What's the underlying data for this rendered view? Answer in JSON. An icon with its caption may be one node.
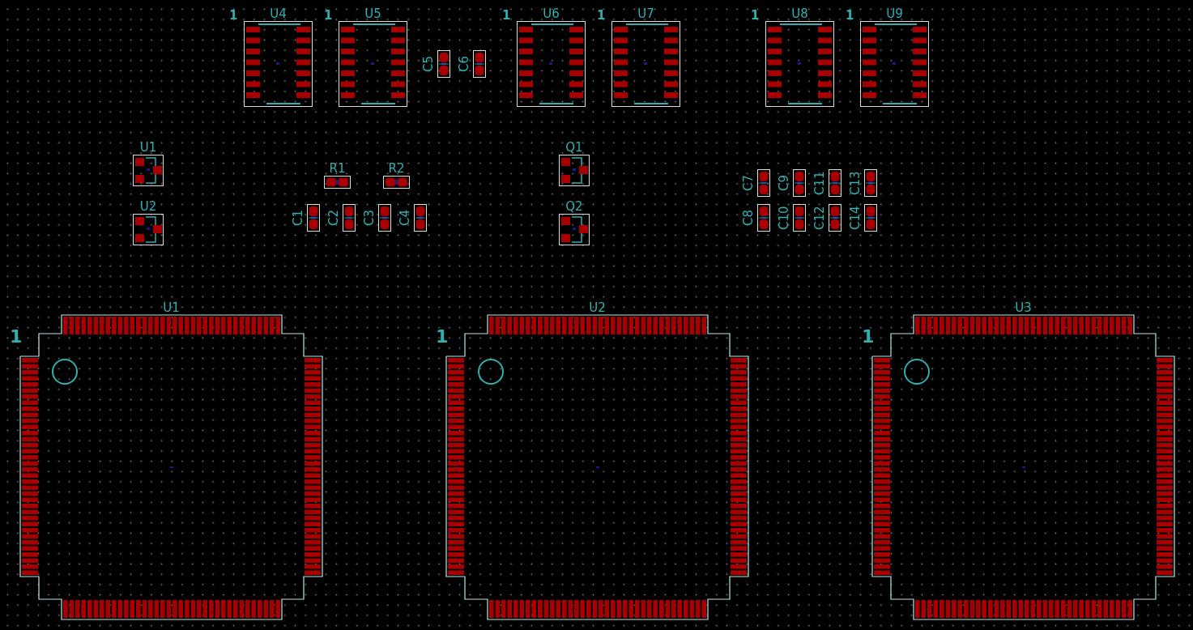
{
  "diagram": {
    "nodes": [
      {
        "text": [
          "U4"
        ],
        "beside": [
          "1"
        ]
      },
      {
        "text": [
          "U5"
        ],
        "beside": [
          "1"
        ]
      },
      {
        "text": [
          "C5"
        ]
      },
      {
        "text": [
          "C6"
        ]
      },
      {
        "text": [
          "U6"
        ],
        "beside": [
          "1"
        ]
      },
      {
        "text": [
          "U7"
        ],
        "beside": [
          "1"
        ]
      },
      {
        "text": [
          "U8"
        ],
        "beside": [
          "1"
        ]
      },
      {
        "text": [
          "U9"
        ],
        "beside": [
          "1"
        ]
      },
      {
        "text": [
          "U1"
        ]
      },
      {
        "text": [
          "R1"
        ]
      },
      {
        "text": [
          "R2"
        ]
      },
      {
        "text": [
          "Q1"
        ]
      },
      {
        "text": [
          "C7"
        ]
      },
      {
        "text": [
          "C9"
        ]
      },
      {
        "text": [
          "C11"
        ]
      },
      {
        "text": [
          "C13"
        ]
      },
      {
        "text": [
          "U2"
        ]
      },
      {
        "text": [
          "C1"
        ]
      },
      {
        "text": [
          "C2"
        ]
      },
      {
        "text": [
          "C3"
        ]
      },
      {
        "text": [
          "C4"
        ]
      },
      {
        "text": [
          "Q2"
        ]
      },
      {
        "text": [
          "C8"
        ]
      },
      {
        "text": [
          "C10"
        ]
      },
      {
        "text": [
          "C12"
        ]
      },
      {
        "text": [
          "C14"
        ]
      },
      {
        "text": [
          "U1"
        ],
        "beside": [
          "1"
        ]
      },
      {
        "text": [
          "U2"
        ],
        "beside": [
          "1"
        ]
      },
      {
        "text": [
          "U3"
        ],
        "beside": [
          "1"
        ]
      }
    ]
  }
}
